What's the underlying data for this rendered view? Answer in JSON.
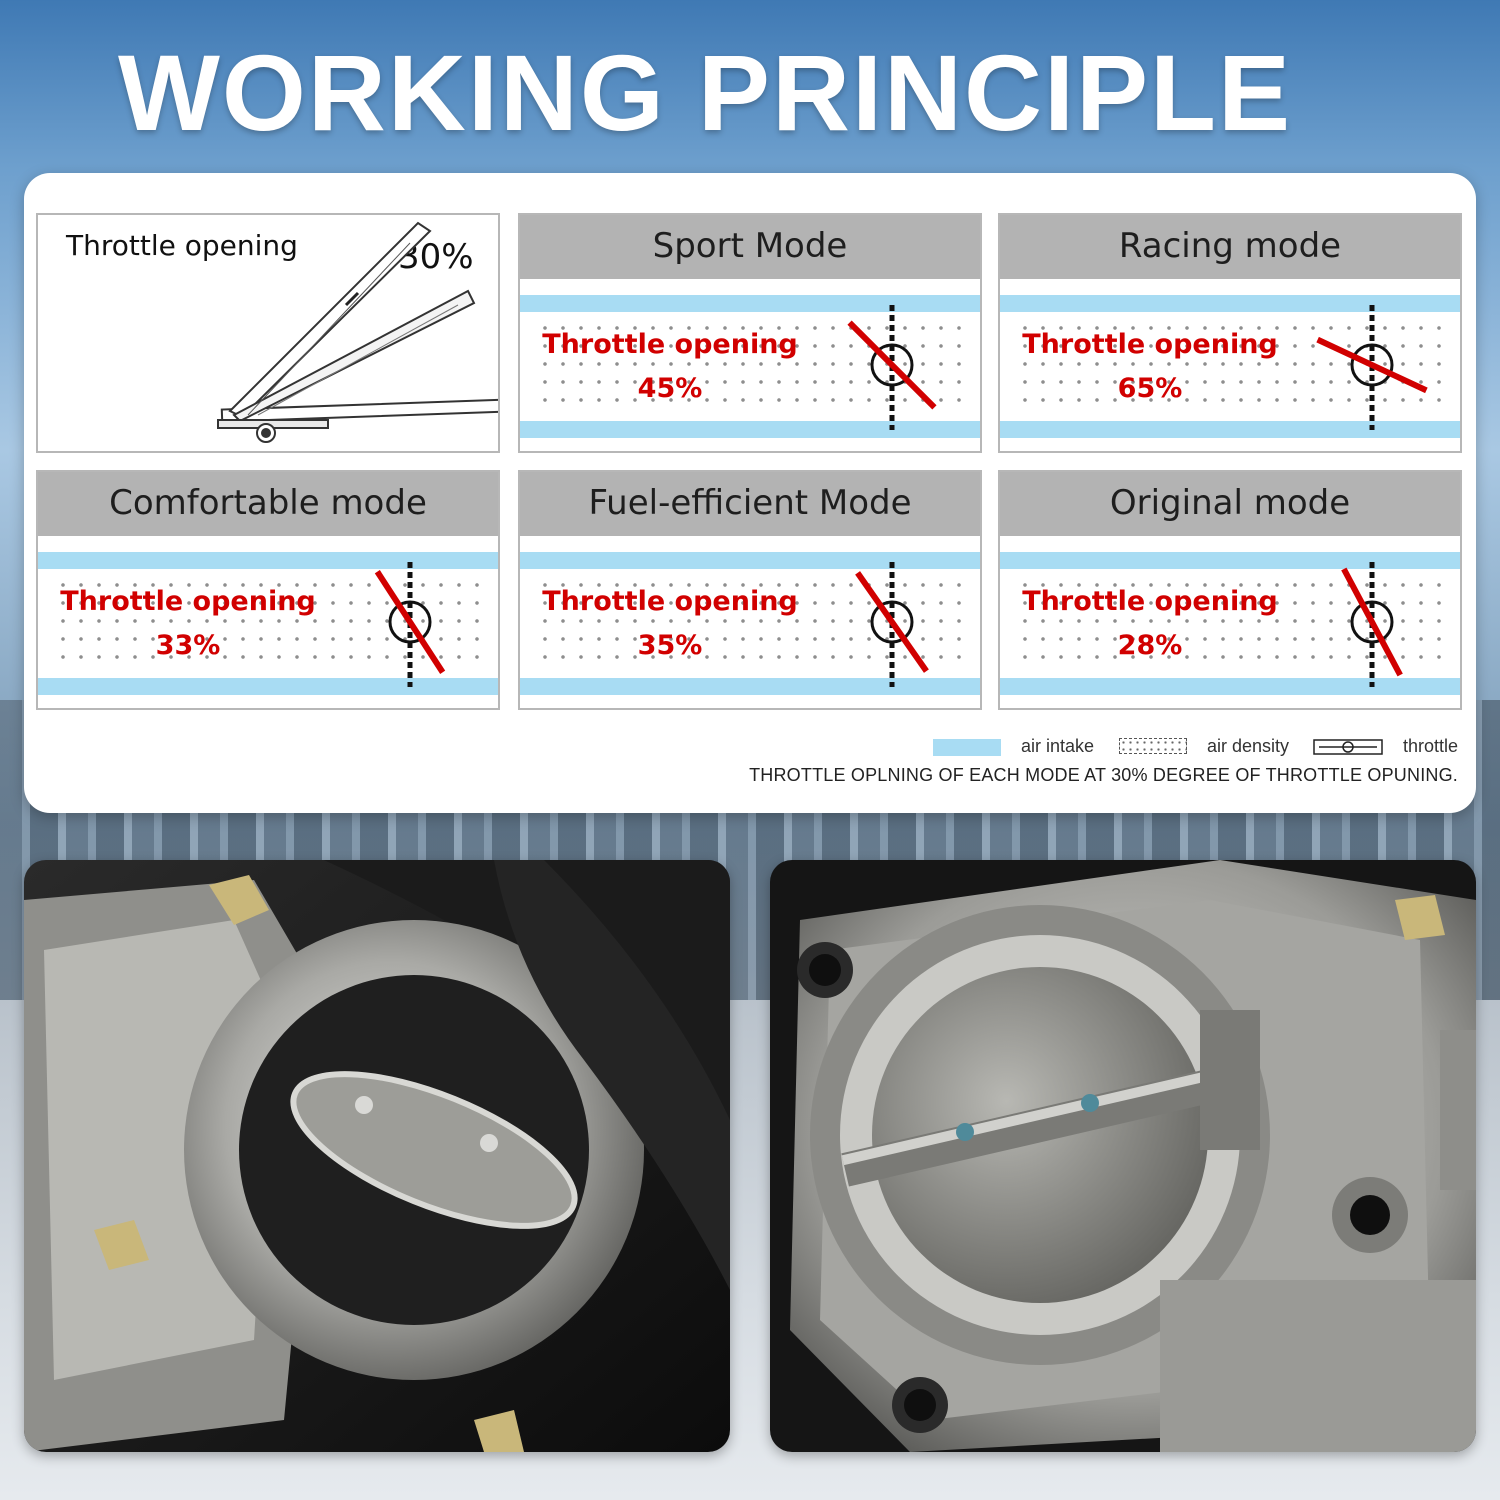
{
  "title": "WORKING PRINCIPLE",
  "intro": {
    "label": "Throttle opening",
    "percent": "30%"
  },
  "modes": [
    {
      "name": "Sport Mode",
      "label": "Throttle opening",
      "value": "45%",
      "angle_deg": 45
    },
    {
      "name": "Racing mode",
      "label": "Throttle opening",
      "value": "65%",
      "angle_deg": 65
    },
    {
      "name": "Comfortable mode",
      "label": "Throttle opening",
      "value": "33%",
      "angle_deg": 33
    },
    {
      "name": "Fuel-efficient Mode",
      "label": "Throttle opening",
      "value": "35%",
      "angle_deg": 35
    },
    {
      "name": "Original mode",
      "label": "Throttle opening",
      "value": "28%",
      "angle_deg": 28
    }
  ],
  "legend": {
    "air_intake": "air intake",
    "air_density": "air density",
    "throttle": "throttle"
  },
  "caption": "THROTTLE OPLNING OF EACH MODE AT 30% DEGREE OF THROTTLE OPUNING.",
  "colors": {
    "accent_red": "#d10000",
    "air_intake_blue": "#a8dcf3",
    "header_gray": "#b3b3b3"
  }
}
